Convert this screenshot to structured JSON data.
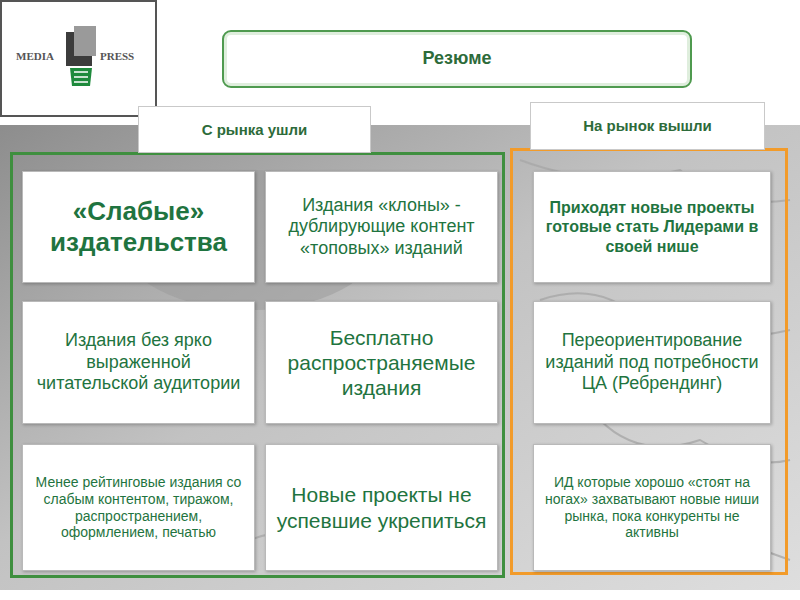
{
  "diagram": {
    "title": "Резюме",
    "nodes": [
      {
        "text": [
          "С рынка ушли"
        ]
      },
      {
        "text": [
          "«Слабые» издательства"
        ],
        "in": 0
      },
      {
        "text": [
          "Издания «клоны» - дублирующие контент «топовых» изданий"
        ],
        "in": 0
      },
      {
        "text": [
          "Издания без ярко выраженной читательской аудитории"
        ],
        "in": 0
      },
      {
        "text": [
          "Бесплатно распространяемые издания"
        ],
        "in": 0
      },
      {
        "text": [
          "Менее рейтинговые издания со слабым контентом, тиражом, распространением, оформлением, печатью"
        ],
        "in": 0
      },
      {
        "text": [
          "Новые проекты не успевшие укрепиться"
        ],
        "in": 0
      },
      {
        "text": [
          "На рынок вышли"
        ]
      },
      {
        "text": [
          "Приходят новые проекты готовые стать Лидерами в своей нише"
        ],
        "in": 7
      },
      {
        "text": [
          "Переориентирование изданий под потребности ЦА (Ребрендинг)"
        ],
        "in": 7
      },
      {
        "text": [
          "ИД которые хорошо «стоят на ногах» захватывают новые ниши рынка, пока конкуренты не активны"
        ],
        "in": 7
      }
    ],
    "labels": [
      "MEDIA",
      "PRESS"
    ]
  }
}
